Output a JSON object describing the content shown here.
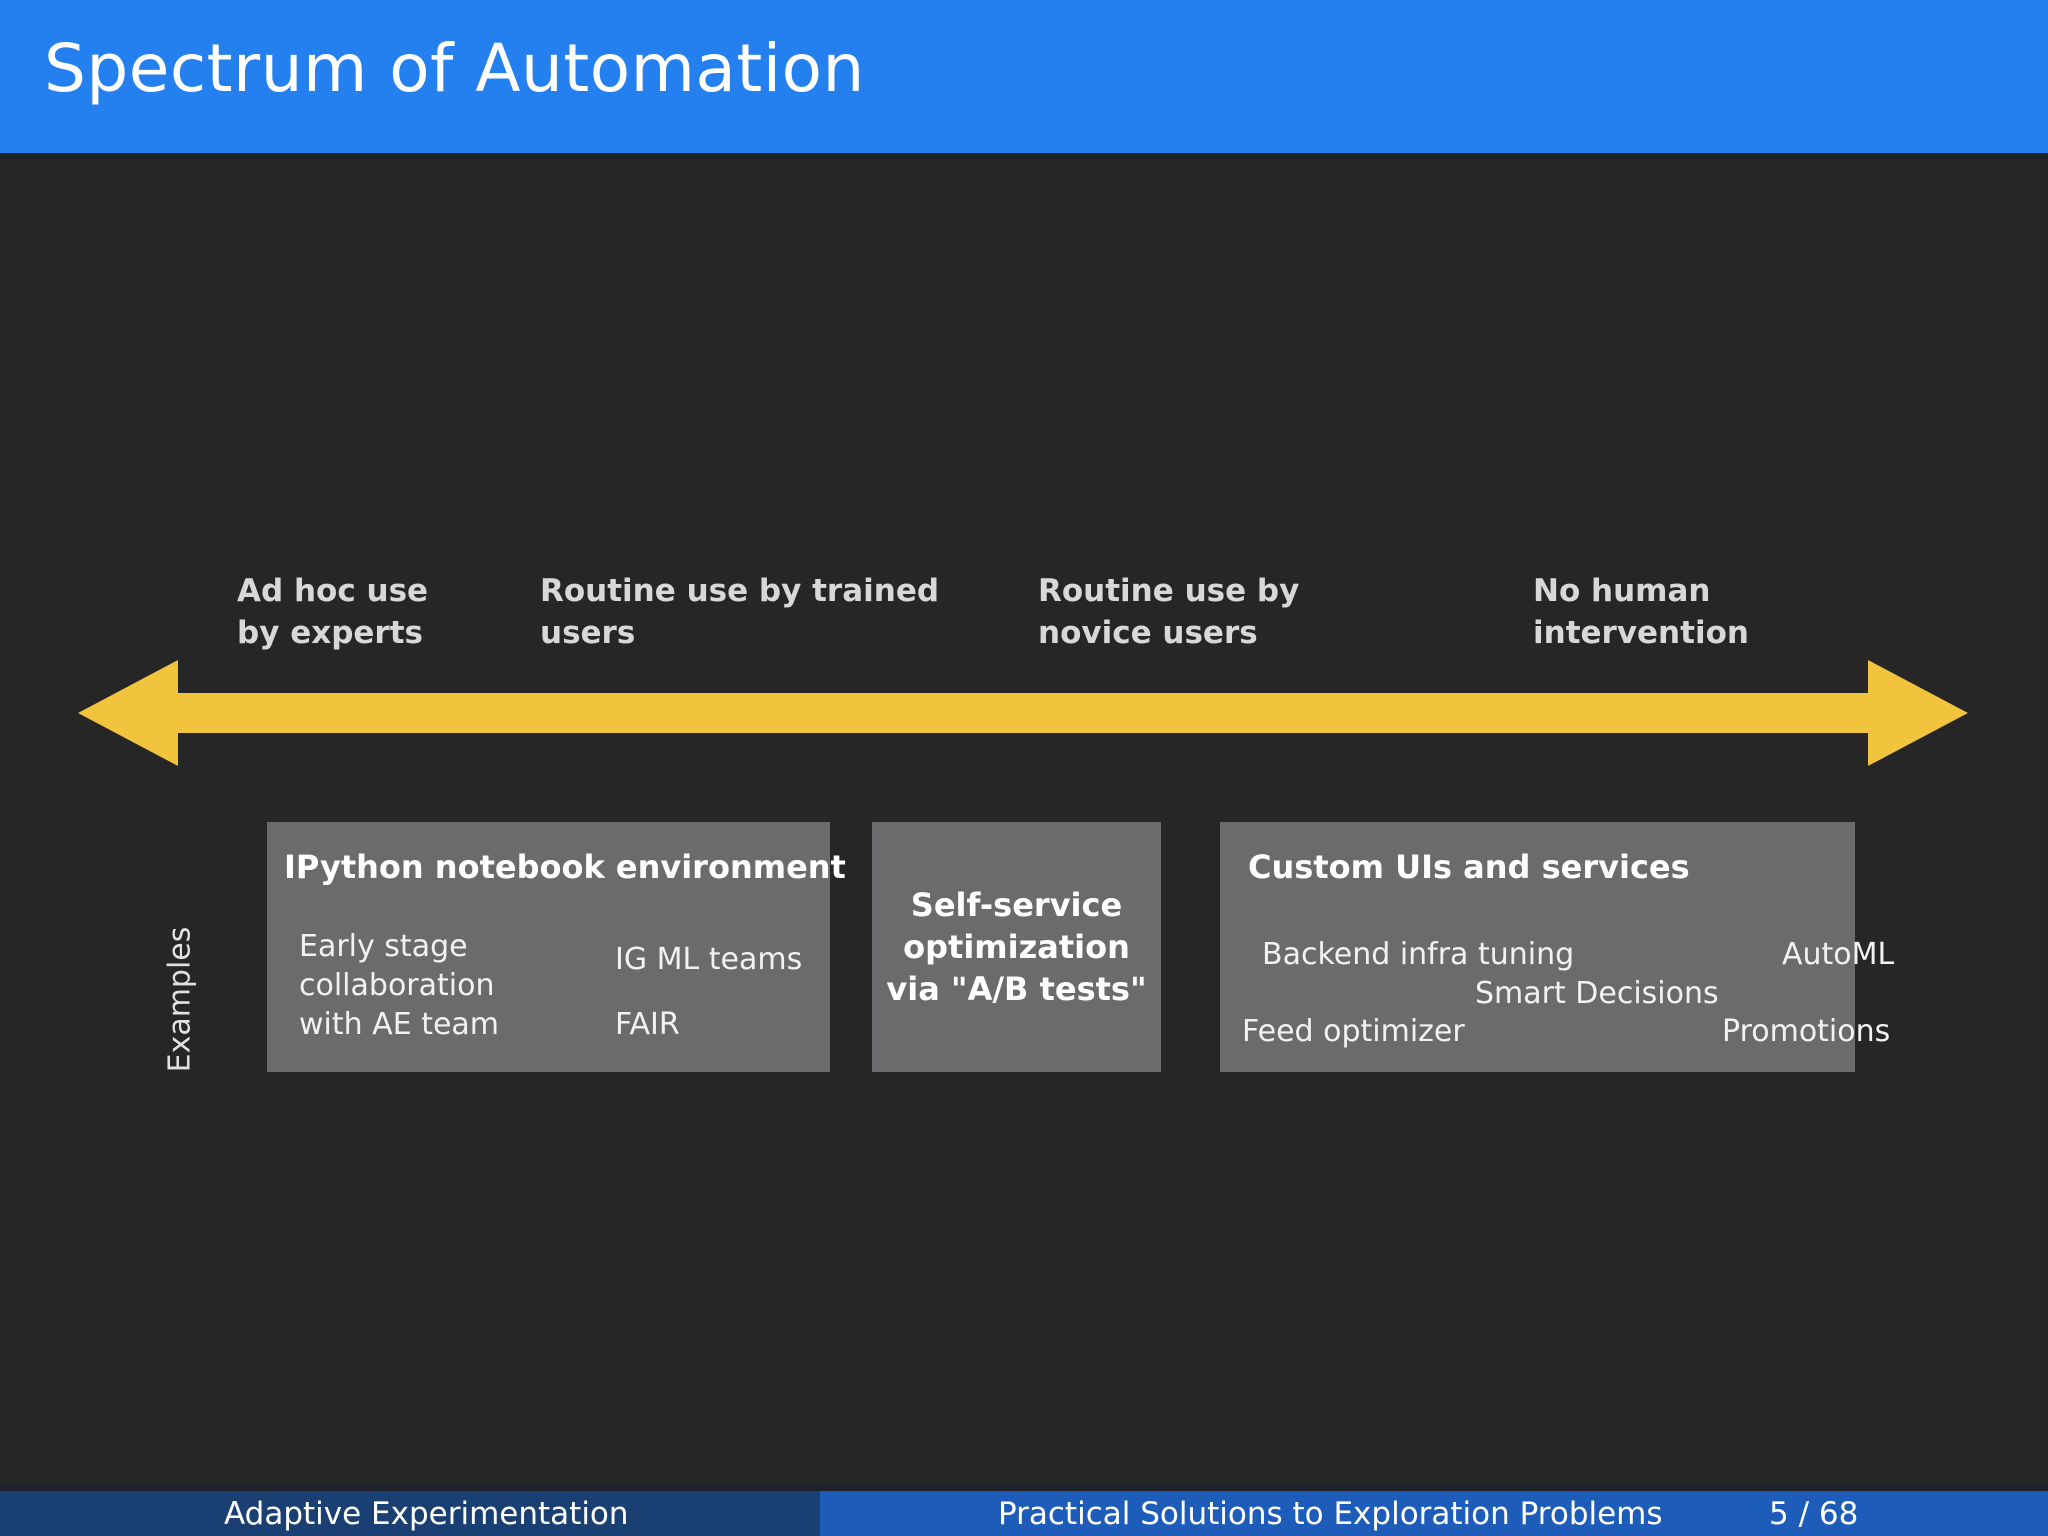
{
  "header": {
    "title": "Spectrum of Automation",
    "bg_color": "#2480ef"
  },
  "theme": {
    "background": "#262626",
    "arrow_color": "#f2c33c",
    "box_color": "#6b6b6e",
    "text_color": "#ffffff",
    "footer_left_color": "#1a3f73",
    "footer_right_color": "#1d5cb8"
  },
  "spectrum": {
    "arrow_name": "double-headed-horizontal-arrow",
    "labels": [
      "Ad hoc use\nby experts",
      "Routine use by trained\nusers",
      "Routine use by\nnovice users",
      "No human\nintervention"
    ]
  },
  "examples": {
    "caption": "Examples",
    "boxes": [
      {
        "title": "IPython notebook environment",
        "items": [
          "Early stage\ncollaboration\nwith AE team",
          "IG ML teams",
          "FAIR"
        ]
      },
      {
        "title": "",
        "centered_text": "Self-service\noptimization\nvia \"A/B tests\"",
        "items": []
      },
      {
        "title": "Custom UIs and services",
        "items": [
          "Backend infra tuning",
          "AutoML",
          "Smart Decisions",
          "Feed optimizer",
          "Promotions"
        ]
      }
    ]
  },
  "footer": {
    "author": "Adaptive Experimentation",
    "talk_title": "Practical Solutions to Exploration Problems",
    "page": "5 / 68"
  }
}
